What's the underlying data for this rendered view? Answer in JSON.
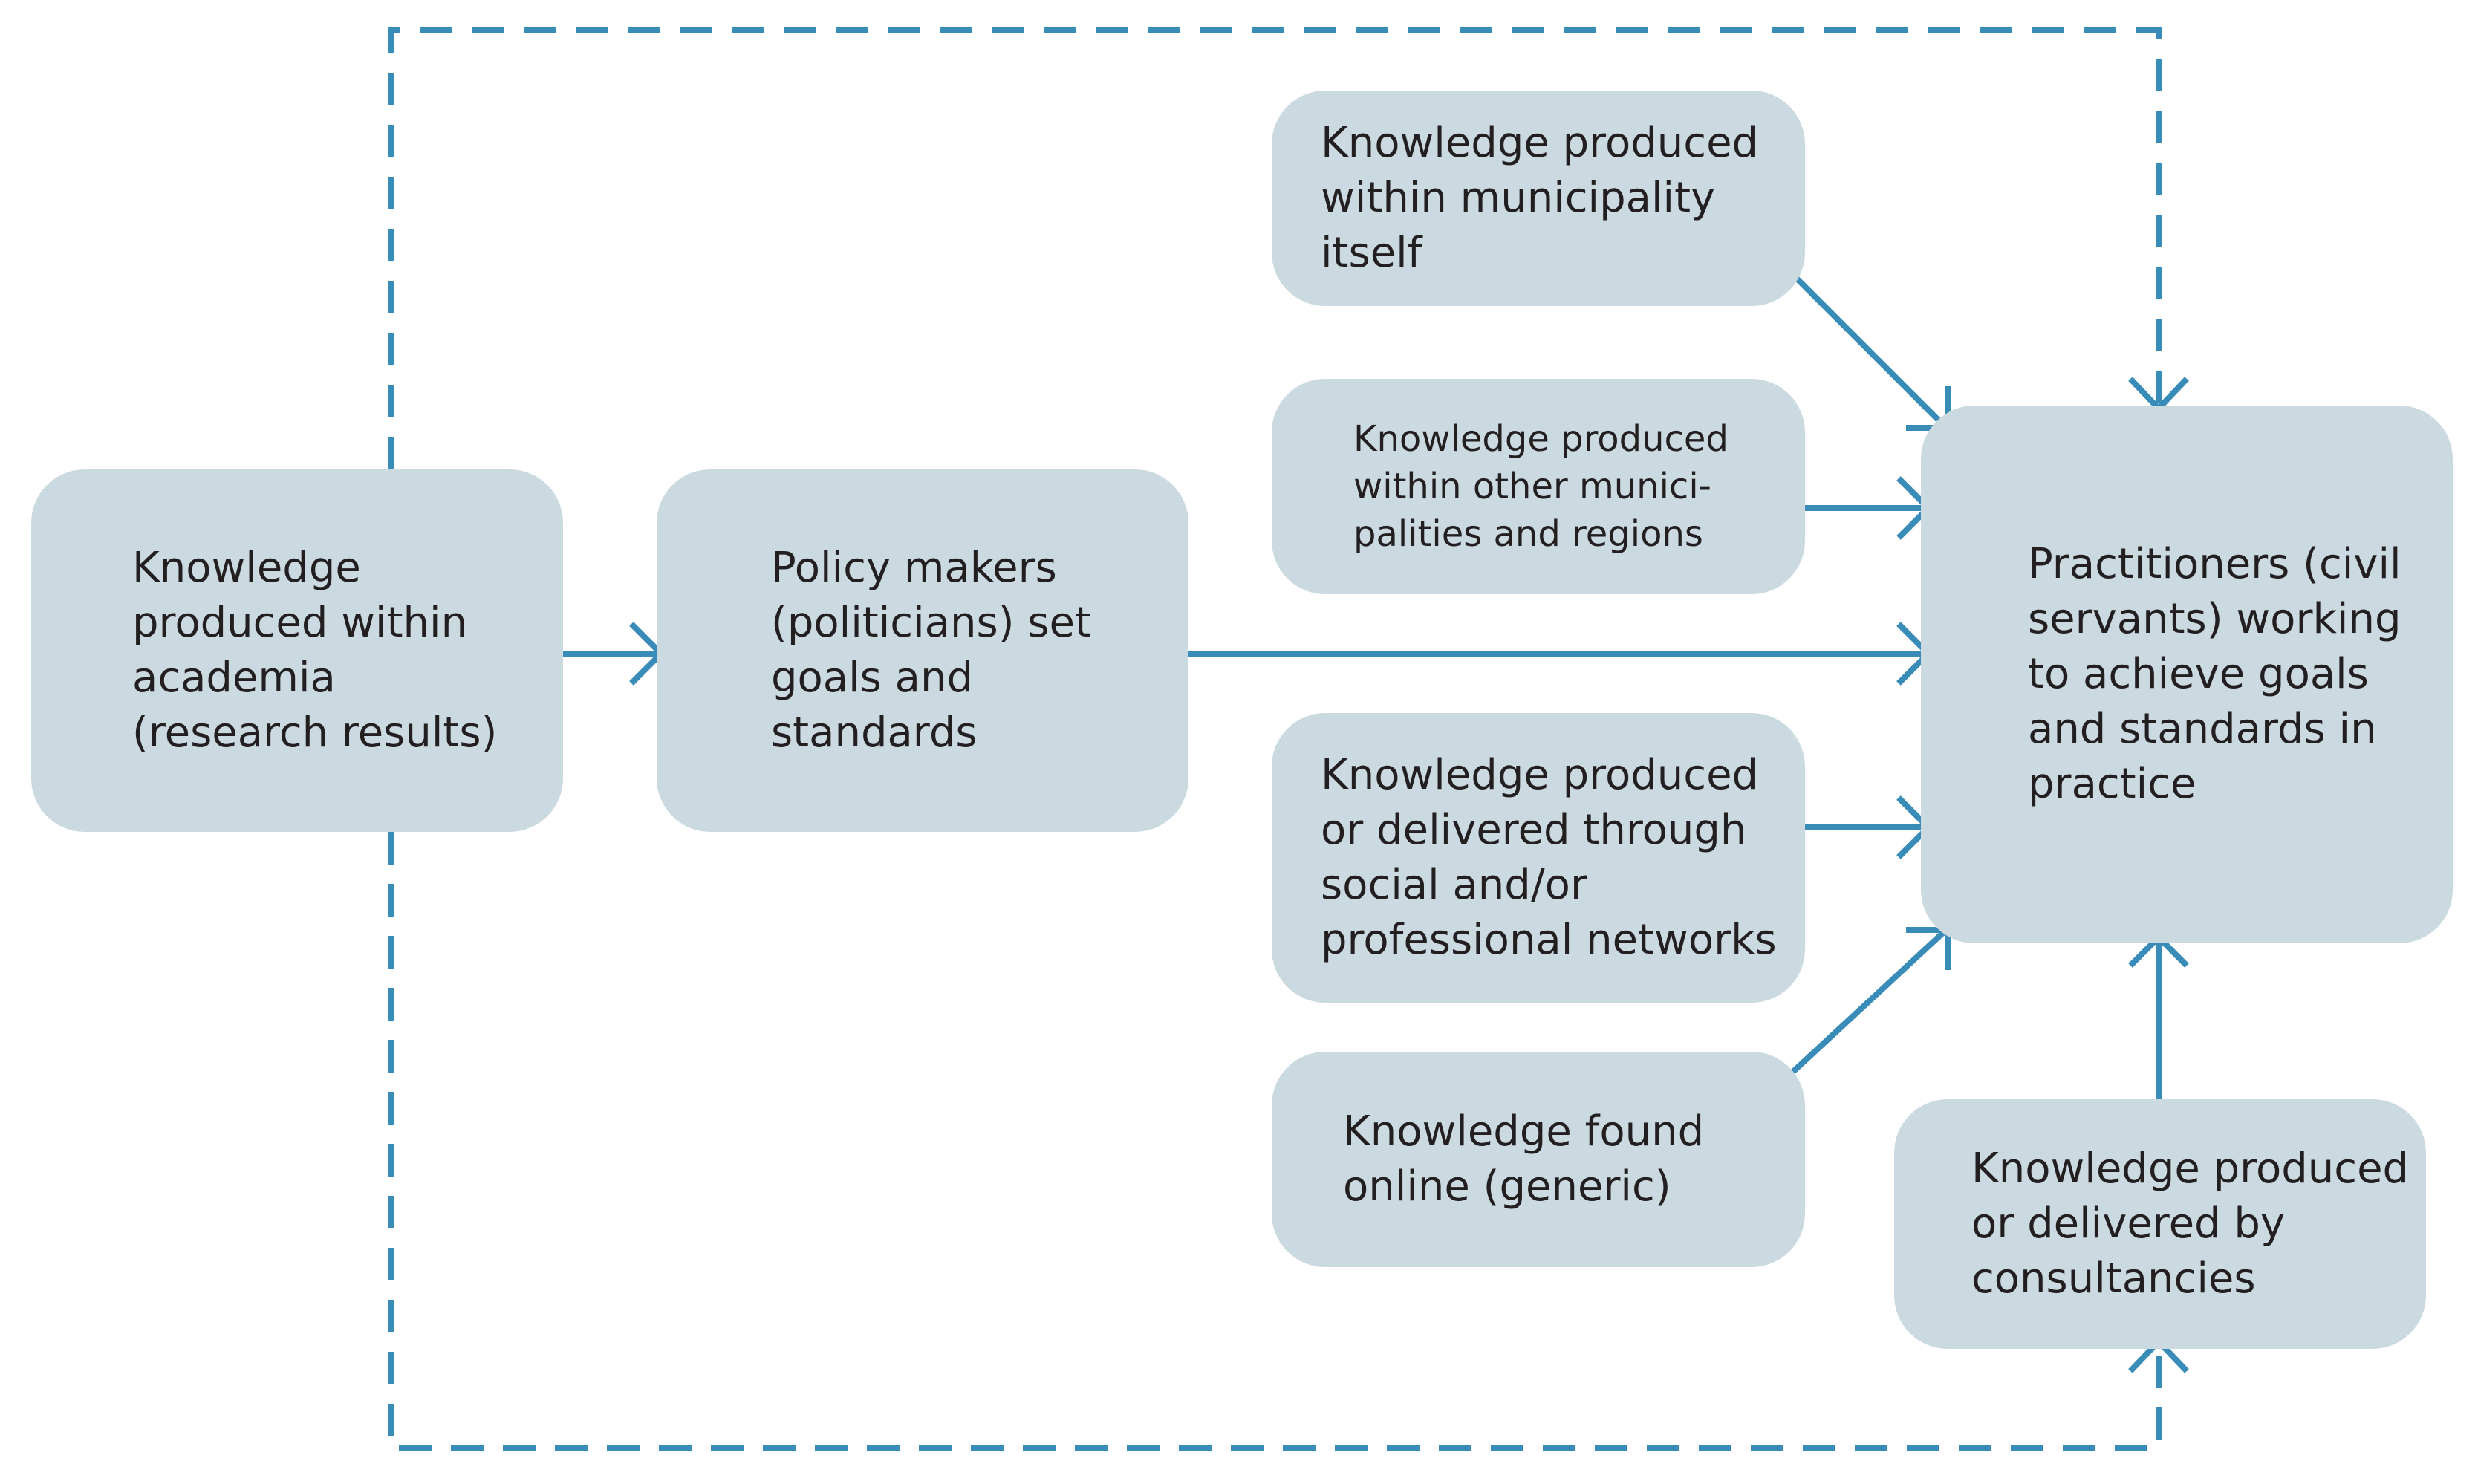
{
  "colors": {
    "node_fill": "#cbd9e0",
    "connector": "#3a8cb8",
    "text": "#231f20",
    "background": "#ffffff"
  },
  "nodes": {
    "academia": {
      "label": "Knowledge\nproduced within\nacademia\n(research results)"
    },
    "policy_makers": {
      "label": "Policy makers\n(politicians) set\ngoals and\nstandards"
    },
    "municipality": {
      "label": "Knowledge produced\nwithin municipality\nitself"
    },
    "other_municipalities": {
      "label": "Knowledge produced\nwithin other munici-\npalities and regions"
    },
    "networks": {
      "label": "Knowledge produced\nor delivered through\nsocial and/or\nprofessional networks"
    },
    "online": {
      "label": "Knowledge found\nonline (generic)"
    },
    "practitioners": {
      "label": "Practitioners (civil\nservants) working\nto achieve goals\nand standards in\npractice"
    },
    "consultancies": {
      "label": "Knowledge produced\nor delivered by\nconsultancies"
    }
  },
  "connectors": [
    {
      "from": "academia",
      "to": "policy_makers",
      "style": "solid"
    },
    {
      "from": "policy_makers",
      "to": "practitioners",
      "style": "solid"
    },
    {
      "from": "municipality",
      "to": "practitioners",
      "style": "solid"
    },
    {
      "from": "other_municipalities",
      "to": "practitioners",
      "style": "solid"
    },
    {
      "from": "networks",
      "to": "practitioners",
      "style": "solid"
    },
    {
      "from": "online",
      "to": "practitioners",
      "style": "solid"
    },
    {
      "from": "consultancies",
      "to": "practitioners",
      "style": "solid"
    },
    {
      "from": "academia",
      "to": "practitioners",
      "style": "dashed"
    },
    {
      "from": "academia",
      "to": "consultancies",
      "style": "dashed"
    }
  ]
}
